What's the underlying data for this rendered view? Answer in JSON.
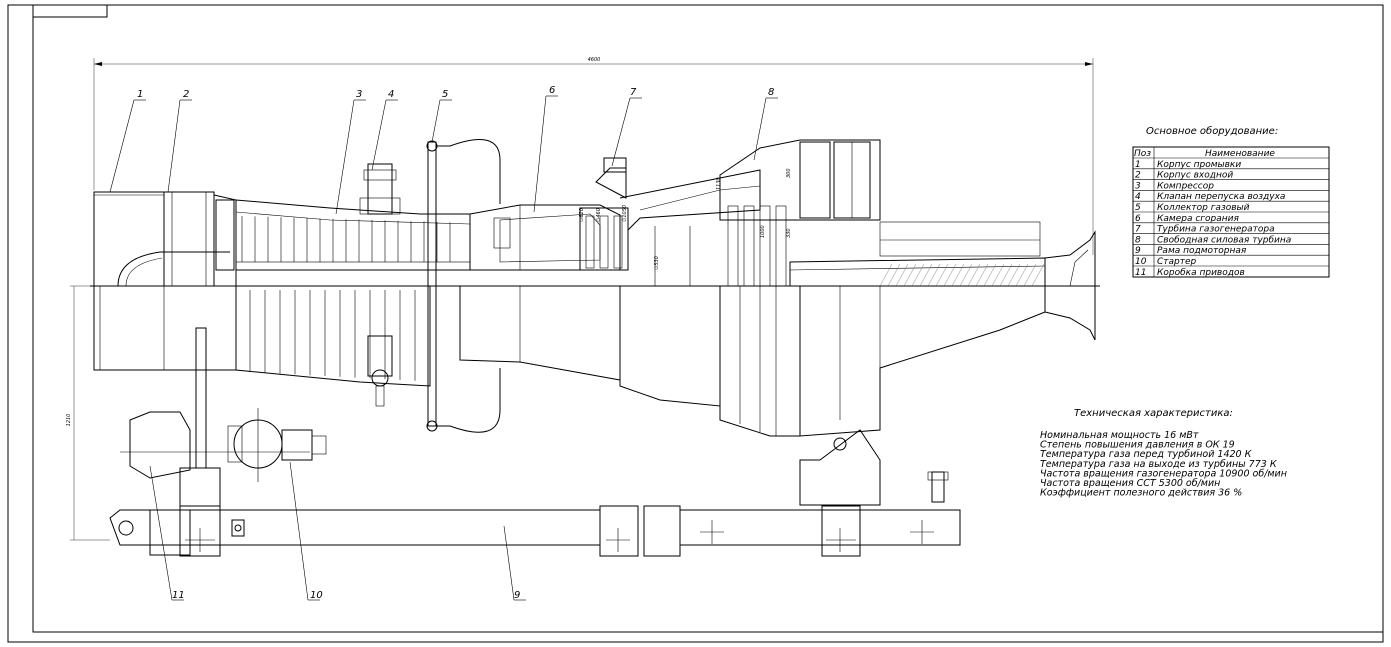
{
  "drawing": {
    "overall_dimension": "4600",
    "height_dimension": "1210",
    "small_dims": [
      "∅620",
      "∅1050",
      "∅530",
      "∅460",
      "300",
      "1000",
      "330",
      "1130"
    ]
  },
  "leaders": [
    {
      "num": "1"
    },
    {
      "num": "2"
    },
    {
      "num": "3"
    },
    {
      "num": "4"
    },
    {
      "num": "5"
    },
    {
      "num": "6"
    },
    {
      "num": "7"
    },
    {
      "num": "8"
    },
    {
      "num": "9"
    },
    {
      "num": "10"
    },
    {
      "num": "11"
    }
  ],
  "equipment": {
    "title": "Основное оборудование:",
    "header_pos": "Поз",
    "header_name": "Наименование",
    "rows": [
      {
        "pos": "1",
        "name": "Корпус промывки"
      },
      {
        "pos": "2",
        "name": "Корпус входной"
      },
      {
        "pos": "3",
        "name": "Компрессор"
      },
      {
        "pos": "4",
        "name": "Клапан перепуска воздуха"
      },
      {
        "pos": "5",
        "name": "Коллектор газовый"
      },
      {
        "pos": "6",
        "name": "Камера сгорания"
      },
      {
        "pos": "7",
        "name": "Турбина газогенератора"
      },
      {
        "pos": "8",
        "name": "Свободная силовая турбина"
      },
      {
        "pos": "9",
        "name": "Рама подмоторная"
      },
      {
        "pos": "10",
        "name": "Стартер"
      },
      {
        "pos": "11",
        "name": "Коробка приводов"
      }
    ]
  },
  "specs": {
    "title": "Техническая характеристика:",
    "lines": [
      "Номинальная мощность 16 мВт",
      "Степень повышения давления в ОК 19",
      "Температура газа перед турбиной 1420 К",
      "Температура газа на выходе из турбины 773 К",
      "Частота вращения газогенератора 10900 об/мин",
      "Частота вращения ССТ 5300 об/мин",
      "Коэффициент полезного действия 36 %"
    ]
  }
}
